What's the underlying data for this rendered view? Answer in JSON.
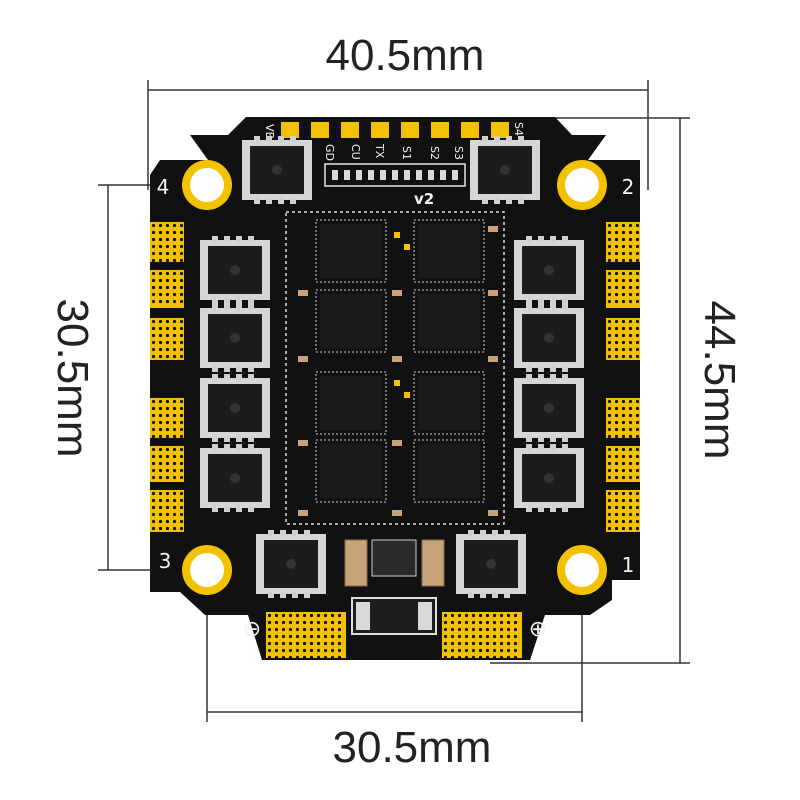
{
  "dimensions": {
    "top_width": "40.5mm",
    "bottom_mount": "30.5mm",
    "left_mount": "30.5mm",
    "right_height": "44.5mm"
  },
  "board": {
    "version": "v2",
    "top_pad_labels": [
      "VB",
      "GD",
      "CU",
      "TX",
      "S1",
      "S2",
      "S3",
      "S4"
    ],
    "hole_numbers": [
      "4",
      "2",
      "3",
      "1"
    ],
    "minus_symbol": "⊖",
    "plus_symbol": "⊕"
  },
  "colors": {
    "pcb": "#111111",
    "gold": "#f2c200",
    "dimension_line": "#333333"
  }
}
